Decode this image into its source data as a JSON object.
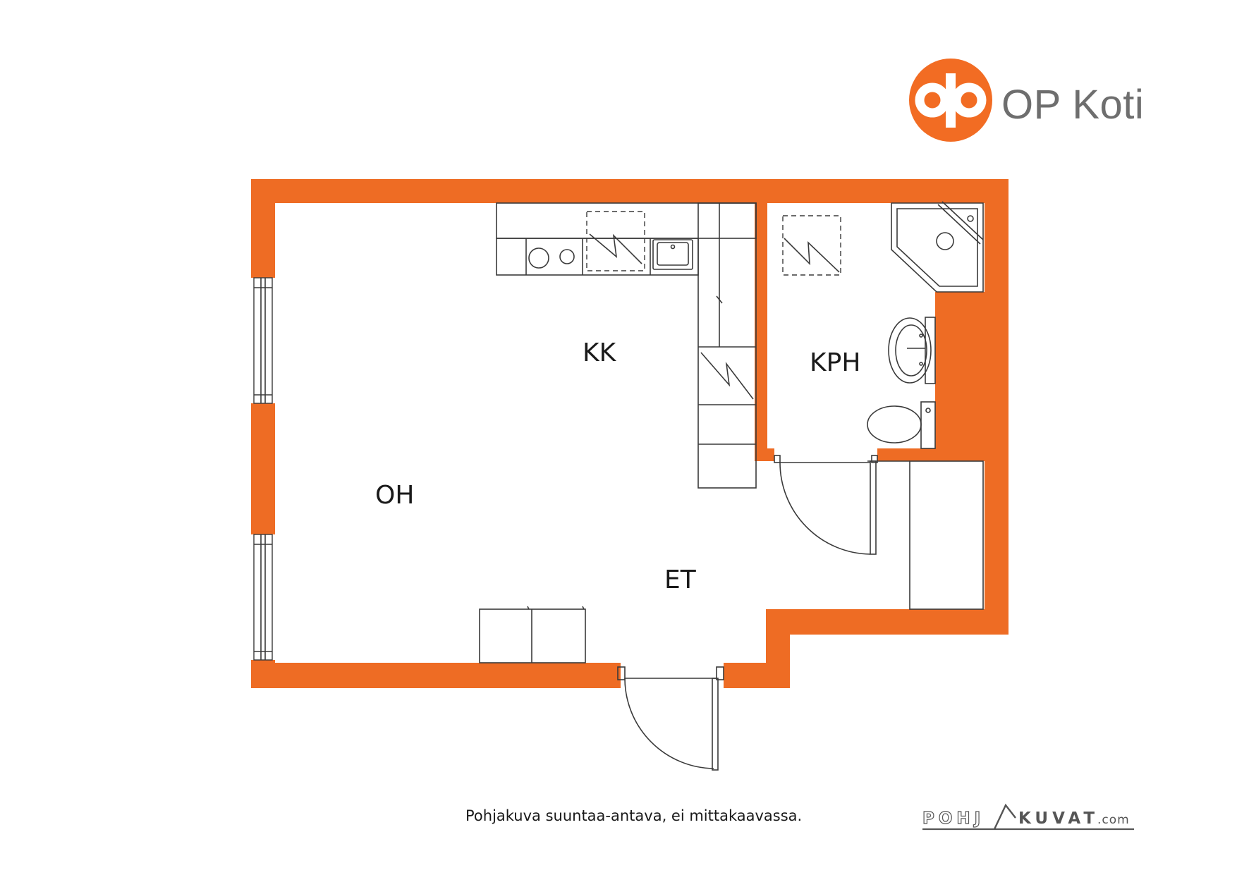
{
  "brand": {
    "name": "OP Koti",
    "accent_color": "#F26C23",
    "text_color": "#6E6E6E"
  },
  "plan": {
    "wall_color": "#EE6C24",
    "rooms": [
      {
        "id": "oh",
        "label": "OH"
      },
      {
        "id": "kk",
        "label": "KK"
      },
      {
        "id": "kph",
        "label": "KPH"
      },
      {
        "id": "et",
        "label": "ET"
      }
    ]
  },
  "footer": {
    "disclaimer": "Pohjakuva suuntaa-antava, ei mittakaavassa.",
    "credit_brand_left": "POHJ",
    "credit_brand_right": "KUVAT",
    "credit_domain": ".com"
  }
}
